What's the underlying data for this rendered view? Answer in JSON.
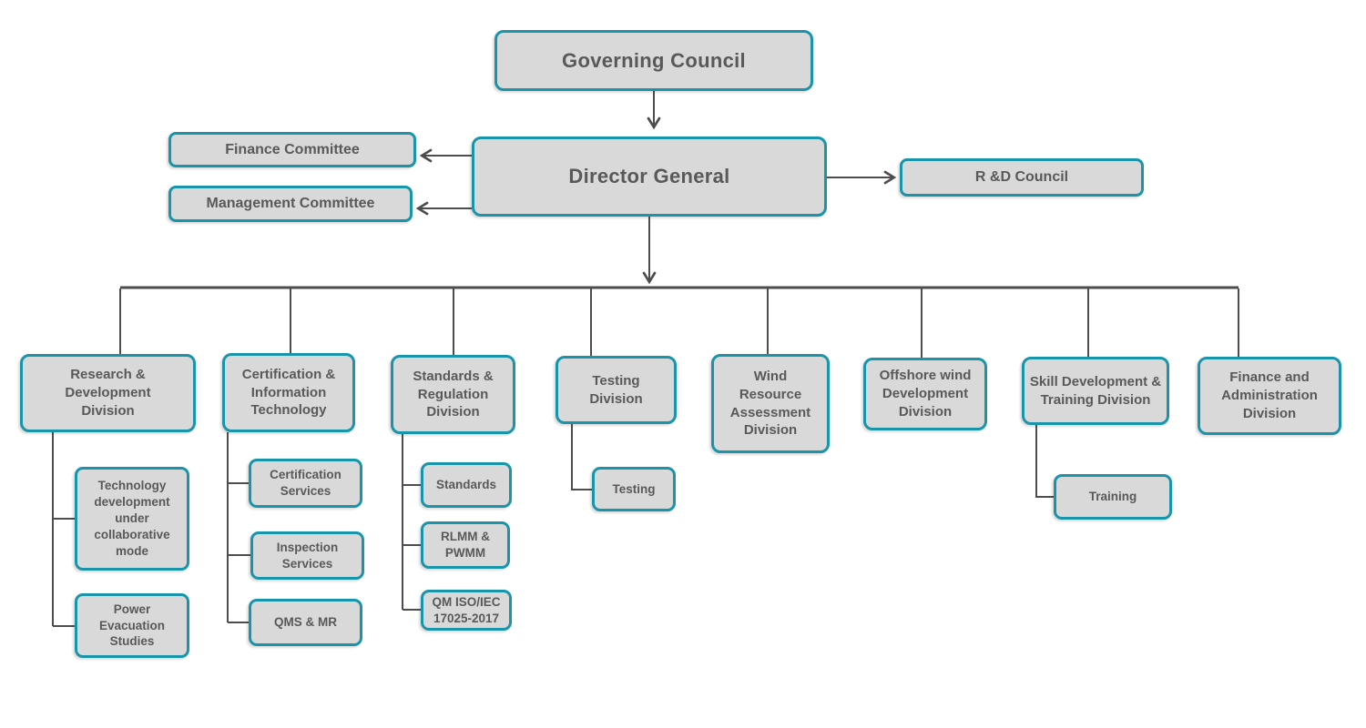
{
  "diagram": {
    "type": "org-chart",
    "colors": {
      "box_fill": "#d9d9d9",
      "box_border": "#1895aa",
      "text": "#595959",
      "connector": "#4d4d4d"
    },
    "nodes": {
      "governing_council": {
        "label": "Governing Council"
      },
      "director_general": {
        "label": "Director General"
      },
      "finance_committee": {
        "label": "Finance Committee"
      },
      "management_committee": {
        "label": "Management Committee"
      },
      "rd_council": {
        "label": "R &D Council"
      },
      "research_development_division": {
        "label": "Research & Development Division"
      },
      "certification_information_technology": {
        "label": "Certification & Information Technology"
      },
      "standards_regulation_division": {
        "label": "Standards & Regulation Division"
      },
      "testing_division": {
        "label": "Testing Division"
      },
      "wind_resource_assessment_division": {
        "label": "Wind Resource Assessment Division"
      },
      "offshore_wind_development_division": {
        "label": "Offshore wind Development Division"
      },
      "skill_development_training_division": {
        "label": "Skill Development & Training Division"
      },
      "finance_administration_division": {
        "label": "Finance and Administration Division"
      },
      "technology_development": {
        "label": "Technology development under collaborative mode"
      },
      "power_evacuation_studies": {
        "label": "Power Evacuation Studies"
      },
      "certification_services": {
        "label": "Certification Services"
      },
      "inspection_services": {
        "label": "Inspection Services"
      },
      "qms_mr": {
        "label": "QMS & MR"
      },
      "standards": {
        "label": "Standards"
      },
      "rlmm_pwmm": {
        "label": "RLMM & PWMM"
      },
      "qm_iso_17025": {
        "label": "QM ISO/IEC 17025-2017"
      },
      "testing": {
        "label": "Testing"
      },
      "training": {
        "label": "Training"
      }
    },
    "edges": [
      {
        "from": "governing_council",
        "to": "director_general",
        "style": "arrow"
      },
      {
        "from": "director_general",
        "to": "finance_committee",
        "style": "arrow"
      },
      {
        "from": "director_general",
        "to": "management_committee",
        "style": "arrow"
      },
      {
        "from": "director_general",
        "to": "rd_council",
        "style": "arrow"
      },
      {
        "from": "director_general",
        "to": "research_development_division",
        "style": "line"
      },
      {
        "from": "director_general",
        "to": "certification_information_technology",
        "style": "line"
      },
      {
        "from": "director_general",
        "to": "standards_regulation_division",
        "style": "line"
      },
      {
        "from": "director_general",
        "to": "testing_division",
        "style": "line"
      },
      {
        "from": "director_general",
        "to": "wind_resource_assessment_division",
        "style": "line"
      },
      {
        "from": "director_general",
        "to": "offshore_wind_development_division",
        "style": "line"
      },
      {
        "from": "director_general",
        "to": "skill_development_training_division",
        "style": "line"
      },
      {
        "from": "director_general",
        "to": "finance_administration_division",
        "style": "line"
      },
      {
        "from": "research_development_division",
        "to": "technology_development",
        "style": "elbow"
      },
      {
        "from": "research_development_division",
        "to": "power_evacuation_studies",
        "style": "elbow"
      },
      {
        "from": "certification_information_technology",
        "to": "certification_services",
        "style": "elbow"
      },
      {
        "from": "certification_information_technology",
        "to": "inspection_services",
        "style": "elbow"
      },
      {
        "from": "certification_information_technology",
        "to": "qms_mr",
        "style": "elbow"
      },
      {
        "from": "standards_regulation_division",
        "to": "standards",
        "style": "elbow"
      },
      {
        "from": "standards_regulation_division",
        "to": "rlmm_pwmm",
        "style": "elbow"
      },
      {
        "from": "standards_regulation_division",
        "to": "qm_iso_17025",
        "style": "elbow"
      },
      {
        "from": "testing_division",
        "to": "testing",
        "style": "elbow"
      },
      {
        "from": "skill_development_training_division",
        "to": "training",
        "style": "elbow"
      }
    ]
  }
}
